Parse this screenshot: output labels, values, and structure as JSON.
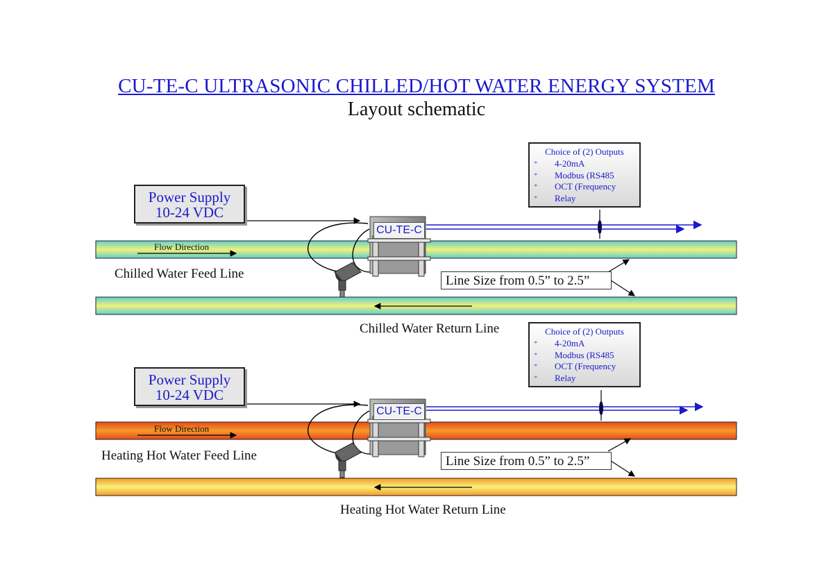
{
  "header": {
    "title": "CU-TE-C ULTRASONIC CHILLED/HOT WATER ENERGY SYSTEM",
    "subtitle": "Layout schematic"
  },
  "colors": {
    "title": "#1a1acc",
    "chilled_pipe": [
      "#5ed0d0",
      "#f0f07a"
    ],
    "hot_feed_pipe": [
      "#e84a1a",
      "#f59a2a"
    ],
    "hot_return_pipe": [
      "#f59a2a",
      "#f8f07a"
    ],
    "signal_line": "#1a1acc"
  },
  "chilled": {
    "power_supply": {
      "line1": "Power Supply",
      "line2": "10-24 VDC"
    },
    "outputs": {
      "heading": "Choice of (2) Outputs",
      "items": [
        "4-20mA",
        "Modbus (RS485",
        "OCT (Frequency",
        "Relay"
      ],
      "bullet": "*"
    },
    "device_label": "CU-TE-C",
    "flow_direction": "Flow Direction",
    "feed_line": "Chilled Water Feed Line",
    "return_line": "Chilled Water Return Line",
    "line_size": "Line Size from 0.5” to 2.5”"
  },
  "heating": {
    "power_supply": {
      "line1": "Power Supply",
      "line2": "10-24 VDC"
    },
    "outputs": {
      "heading": "Choice of (2) Outputs",
      "items": [
        "4-20mA",
        "Modbus (RS485",
        "OCT (Frequency",
        "Relay"
      ],
      "bullet": "*"
    },
    "device_label": "CU-TE-C",
    "flow_direction": "Flow Direction",
    "feed_line": "Heating Hot Water Feed Line",
    "return_line": "Heating Hot Water Return Line",
    "line_size": "Line Size from 0.5” to 2.5”"
  }
}
